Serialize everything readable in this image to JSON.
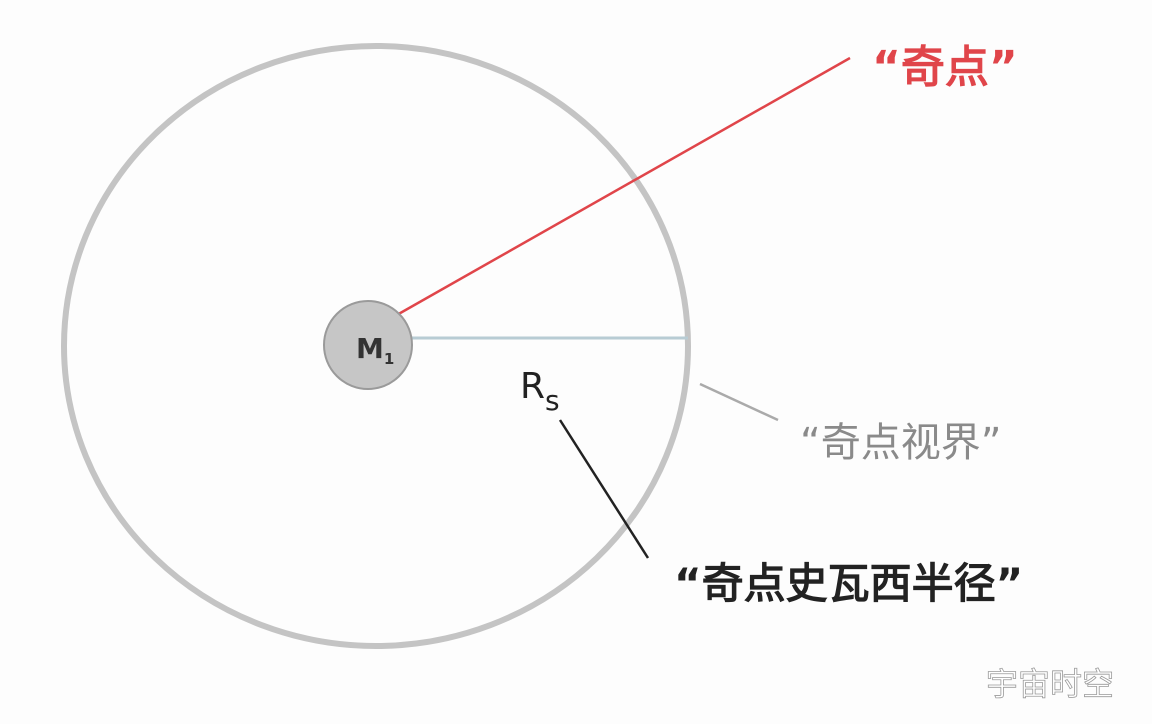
{
  "labels": {
    "singularity": "“奇点”",
    "event_horizon": "“奇点视界”",
    "schwarzschild_radius": "“奇点史瓦西半径”",
    "mass_symbol": "M",
    "mass_subscript": "1",
    "radius_symbol": "R",
    "radius_subscript": "s"
  },
  "watermark": "宇宙时空",
  "colors": {
    "singularity_line": "#e0454a",
    "singularity_text": "#e0454a",
    "horizon_circle": "#c4c4c4",
    "horizon_text": "#8a8a8a",
    "radius_text": "#222222",
    "radius_line": "#b8ccd4",
    "mass_disc": "#c6c6c6",
    "watermark": "#ffffff"
  }
}
